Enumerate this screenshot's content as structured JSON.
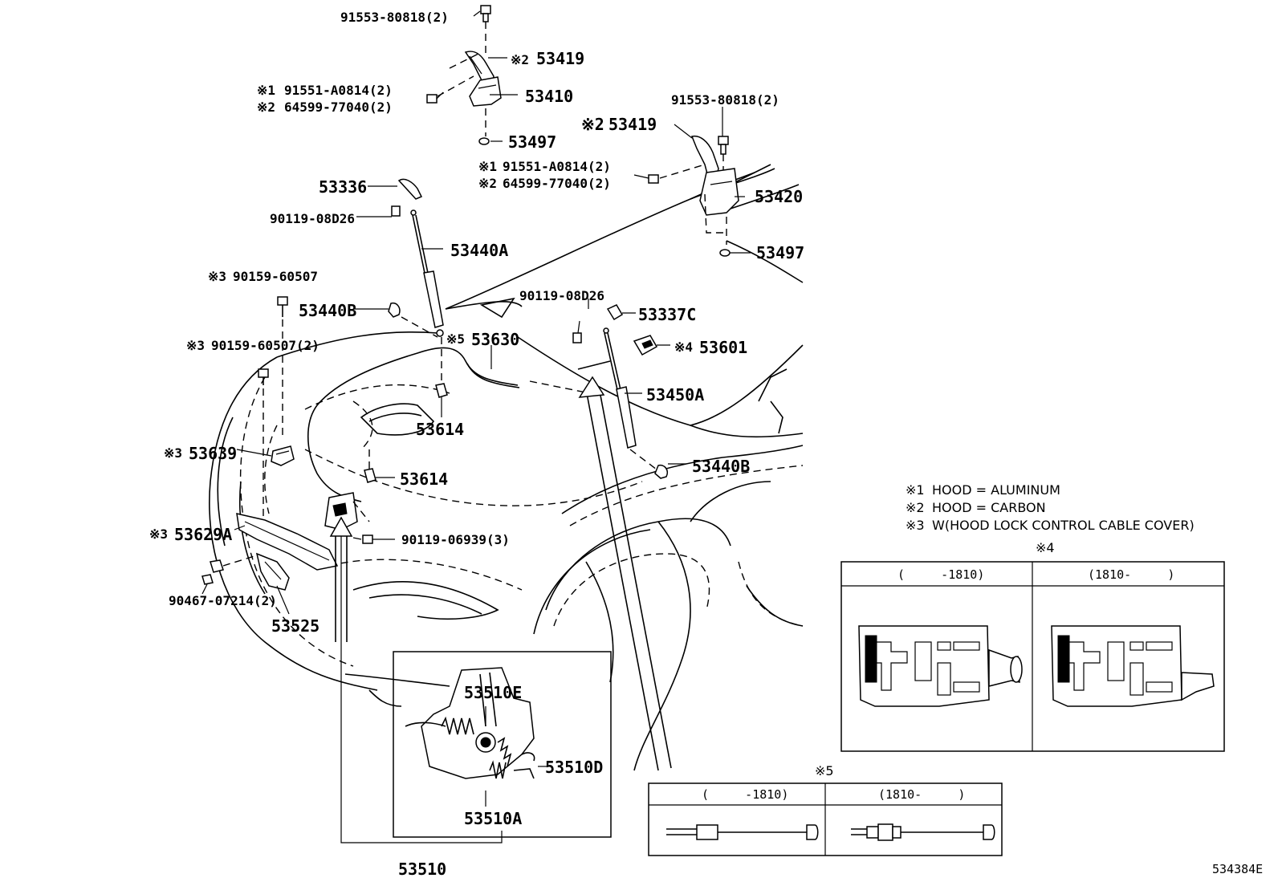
{
  "labels": {
    "b1": "91553-80818(2)",
    "b1_note": "※2",
    "p53419a": "53419",
    "n1a_mark": "※1",
    "n1a": "91551-A0814(2)",
    "n2a_mark": "※2",
    "n2a": "64599-77040(2)",
    "p53410": "53410",
    "p53497a": "53497",
    "b2": "91553-80818(2)",
    "p53419b_mark": "※2",
    "p53419b": "53419",
    "n1b_mark": "※1",
    "n1b": "91551-A0814(2)",
    "n2b_mark": "※2",
    "n2b": "64599-77040(2)",
    "p53420": "53420",
    "p53497b": "53497",
    "p53336": "53336",
    "b3": "90119-08D26",
    "p53440A": "53440A",
    "n3a_mark": "※3",
    "n3a": "90159-60507",
    "p53440B": "53440B",
    "b4": "90119-08D26",
    "p53337C": "53337C",
    "p53630_mark": "※5",
    "p53630": "53630",
    "p53601_mark": "※4",
    "p53601": "53601",
    "n3b_mark": "※3",
    "n3b": "90159-60507(2)",
    "p53450A": "53450A",
    "p53614a": "53614",
    "p53639_mark": "※3",
    "p53639": "53639",
    "p53614b": "53614",
    "p53440B2": "53440B",
    "p53629A_mark": "※3",
    "p53629A": "53629A",
    "b5": "90119-06939(3)",
    "b6": "90467-07214(2)",
    "p53525": "53525",
    "p53510E": "53510E",
    "p53510D": "53510D",
    "p53510A": "53510A",
    "p53510": "53510",
    "diagram_id": "534384E"
  },
  "notes": [
    {
      "mark": "※1",
      "text": "HOOD = ALUMINUM"
    },
    {
      "mark": "※2",
      "text": "HOOD = CARBON"
    },
    {
      "mark": "※3",
      "text": "W(HOOD LOCK CONTROL CABLE COVER)"
    }
  ],
  "table4": {
    "title": "※4",
    "col1": "(     -1810)",
    "col2": "(1810-     )"
  },
  "table5": {
    "title": "※5",
    "col1": "(     -1810)",
    "col2": "(1810-     )"
  }
}
